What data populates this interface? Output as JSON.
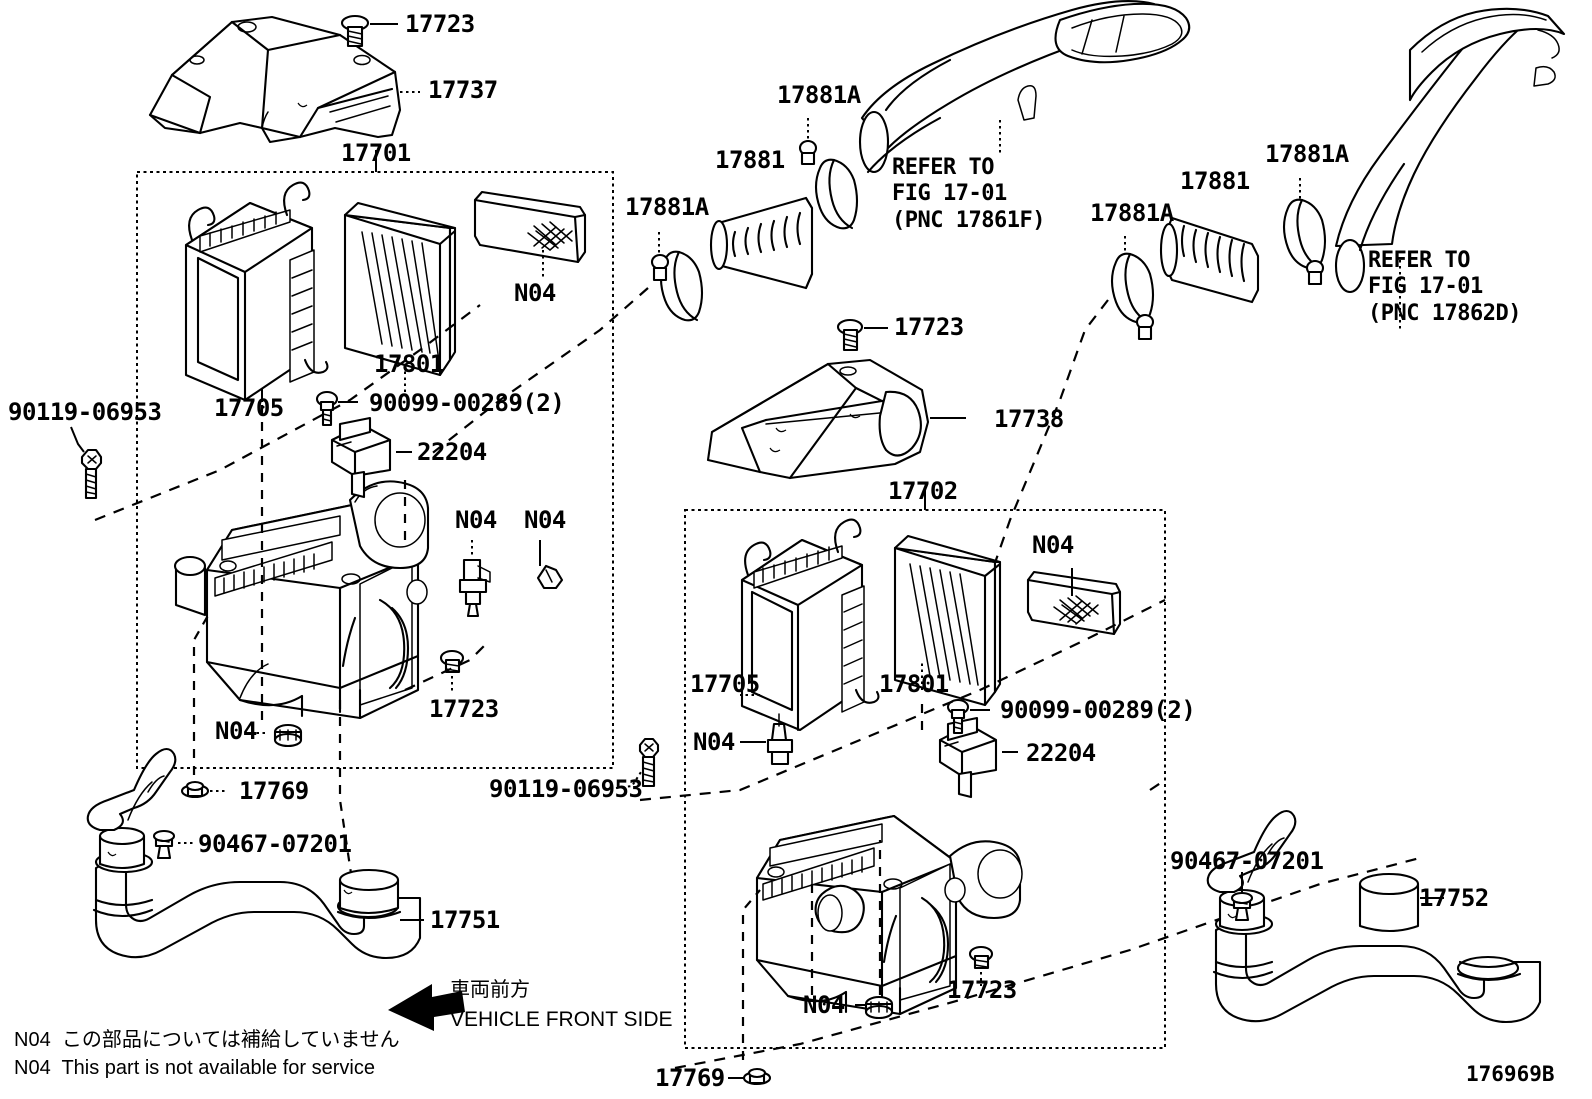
{
  "diagram": {
    "id": "176969B",
    "front_marker": {
      "japanese": "車両前方",
      "english": "VEHICLE FRONT SIDE"
    },
    "footnotes": [
      {
        "code": "N04",
        "text": "この部品については補給していません"
      },
      {
        "code": "N04",
        "text": "This part is not available for service"
      }
    ]
  },
  "labels": {
    "cover_screw_left": "17723",
    "cover_left": "17737",
    "assy_left": "17701",
    "case_sub_left": "17705",
    "element_left": "17801",
    "n04_element_left": "N04",
    "bolt_left_outer": "90119-06953",
    "screw_grommet_left": "90099-00289(2)",
    "sensor_left": "22204",
    "n04_valve_left": "N04",
    "n04_clip_left": "N04",
    "screw_case_left": "17723",
    "n04_bushing_left": "N04",
    "grommet_left": "17769",
    "bolt_mid": "90119-06953",
    "clamp_left_a": "17881A",
    "hose_left": "17881",
    "clamp_left_b": "17881A",
    "refer_left_line1": "REFER TO",
    "refer_left_line2": "FIG 17-01",
    "refer_left_line3": "(PNC 17861F)",
    "clamp_right_a": "17881A",
    "hose_right": "17881",
    "clamp_right_b": "17881A",
    "refer_right_line1": "REFER TO",
    "refer_right_line2": "FIG 17-01",
    "refer_right_line3": "(PNC 17862D)",
    "cover_screw_right": "17723",
    "cover_right": "17738",
    "assy_right": "17702",
    "case_sub_right": "17705",
    "element_right": "17801",
    "n04_element_right": "N04",
    "n04_valve_right": "N04",
    "screw_grommet_right": "90099-00289(2)",
    "sensor_right": "22204",
    "n04_bushing_right": "N04",
    "screw_case_right": "17723",
    "grommet_right": "17769",
    "clip_hose_left": "90467-07201",
    "hose_inlet_left": "17751",
    "clip_hose_right": "90467-07201",
    "hose_inlet_right": "17752"
  }
}
